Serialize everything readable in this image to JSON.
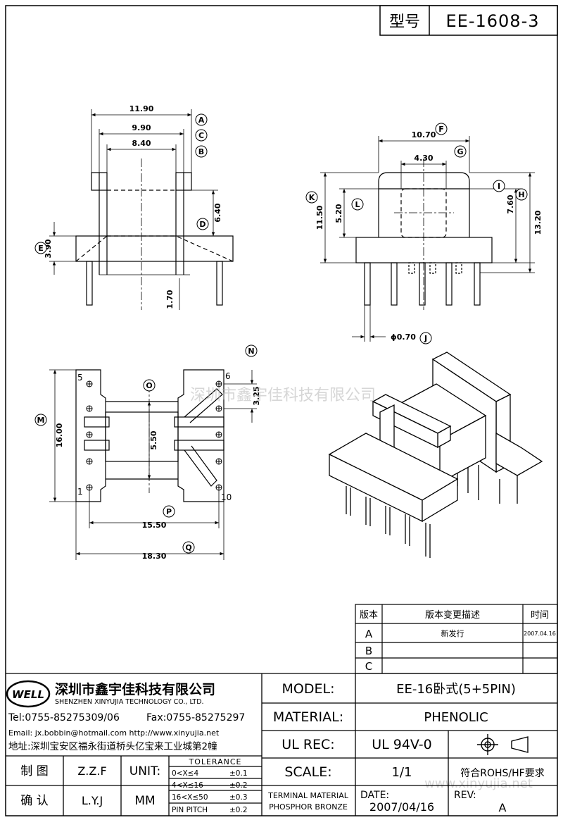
{
  "header": {
    "type_label": "型号",
    "model_code": "EE-1608-3"
  },
  "watermarks": {
    "center": "深圳市鑫宇佳科技有限公司",
    "bottom": "www.xinyujia.net"
  },
  "front_view": {
    "dims": {
      "d1": "11.90",
      "d2": "9.90",
      "d3": "8.40",
      "d4": "6.40",
      "d5": "3.90",
      "d6": "1.70"
    },
    "callouts": {
      "a": "A",
      "c": "C",
      "b": "B",
      "d": "D",
      "e": "E"
    }
  },
  "side_view": {
    "dims": {
      "d1": "10.70",
      "d2": "4.30",
      "d3": "11.50",
      "d4": "5.20",
      "d5": "7.60",
      "d6": "13.20",
      "d7": "ϕ0.70"
    },
    "callouts": {
      "f": "F",
      "g": "G",
      "k": "K",
      "l": "L",
      "i": "I",
      "h": "H",
      "j": "J"
    }
  },
  "bottom_view": {
    "dims": {
      "d1": "16.00",
      "d2": "5.50",
      "d3": "3.25",
      "d4": "15.50",
      "d5": "18.30"
    },
    "callouts": {
      "m": "M",
      "o": "O",
      "n": "N",
      "p": "P",
      "q": "Q"
    },
    "pins": {
      "p5": "5",
      "p6": "6",
      "p1": "1",
      "p10": "10"
    }
  },
  "revision_table": {
    "headers": {
      "version": "版本",
      "desc": "版本变更描述",
      "time": "时间"
    },
    "rows": [
      {
        "version": "A",
        "desc": "新发行",
        "time": "2007.04.16"
      },
      {
        "version": "B",
        "desc": "",
        "time": ""
      },
      {
        "version": "C",
        "desc": "",
        "time": ""
      }
    ]
  },
  "company": {
    "logo_text": "WELL",
    "name_cn": "深圳市鑫宇佳科技有限公司",
    "name_en": "SHENZHEN XINYUJIA TECHNOLOGY CO., LTD.",
    "tel": "Tel:0755-85275309/06",
    "fax": "Fax:0755-85275297",
    "email": "Email: jx.bobbin@hotmail.com http://www.xinyujia.net",
    "address": "地址:深圳宝安区福永街道桥头亿宝来工业城第2幢"
  },
  "title_block": {
    "model_label": "MODEL:",
    "model_value": "EE-16卧式(5+5PIN)",
    "material_label": "MATERIAL:",
    "material_value": "PHENOLIC",
    "ulrec_label": "UL REC:",
    "ulrec_value": "UL 94V-0",
    "scale_label": "SCALE:",
    "scale_value": "1/1",
    "rohs": "符合ROHS/HF要求",
    "terminal_line1": "TERMINAL MATERIAL",
    "terminal_line2": "PHOSPHOR BRONZE",
    "date_label": "DATE:",
    "date_value": "2007/04/16",
    "rev_label": "REV:",
    "rev_value": "A",
    "draw_label": "制 图",
    "draw_value": "Z.Z.F",
    "confirm_label": "确 认",
    "confirm_value": "L.Y.J",
    "unit_label": "UNIT:",
    "unit_value": "MM",
    "tolerance_title": "TOLERANCE",
    "tolerances": [
      {
        "range": "0<X≤4",
        "value": "±0.1"
      },
      {
        "range": "4<X≤16",
        "value": "±0.2"
      },
      {
        "range": "16<X≤50",
        "value": "±0.3"
      },
      {
        "range": "PIN PITCH",
        "value": "±0.2"
      }
    ]
  }
}
